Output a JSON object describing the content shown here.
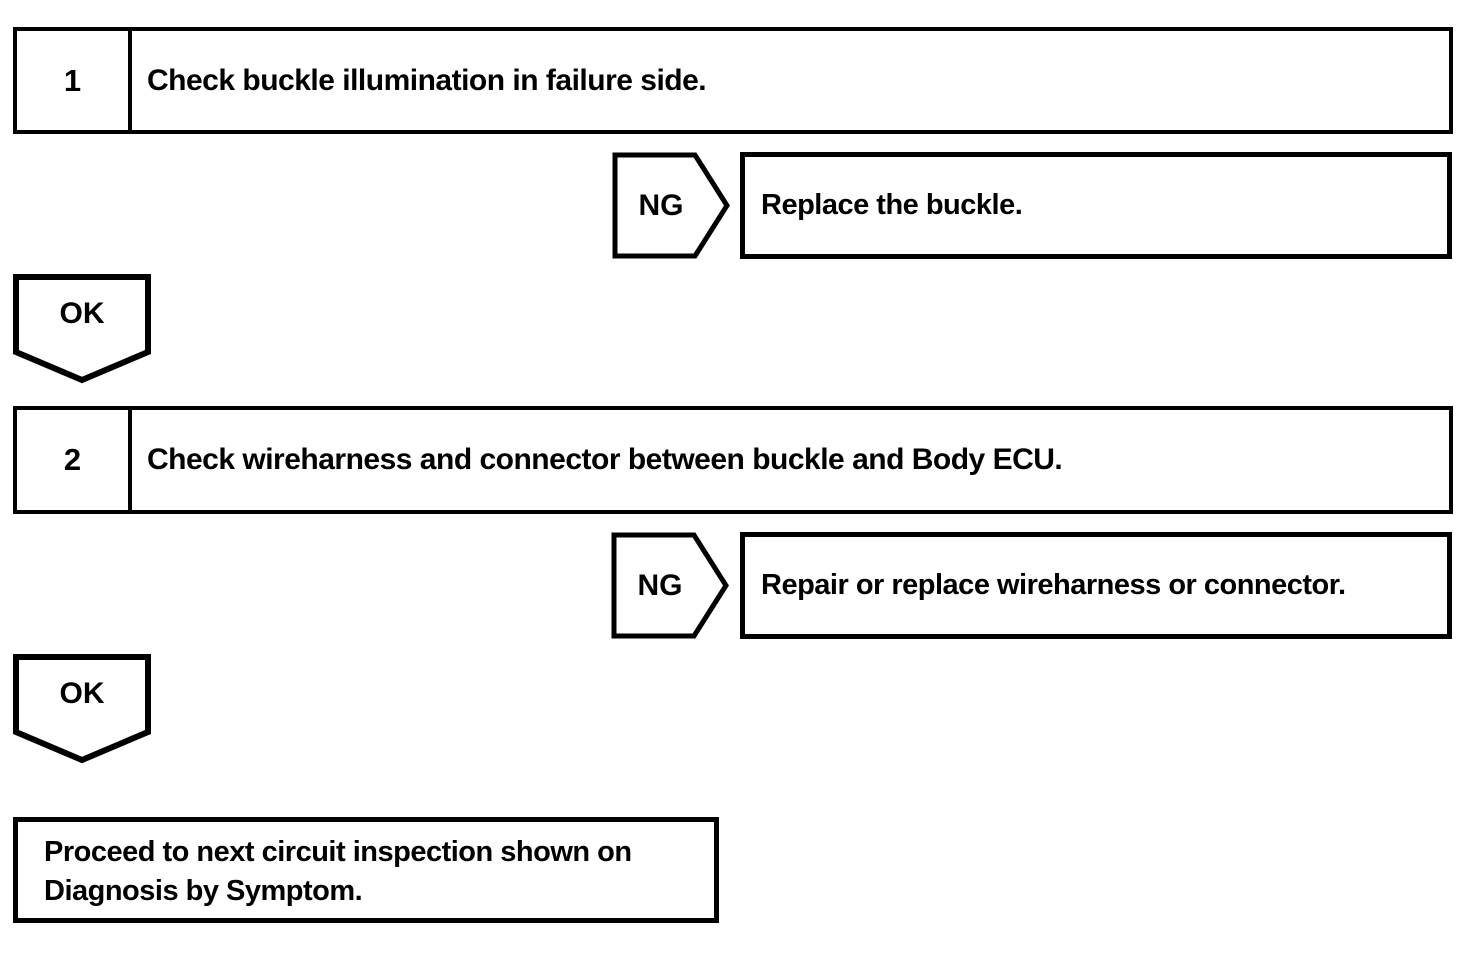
{
  "page": {
    "background_color": "#ffffff",
    "line_color": "#000000"
  },
  "flowchart": {
    "steps": [
      {
        "number": "1",
        "instruction": "Check buckle illumination in failure side.",
        "ng_label": "NG",
        "ng_result": "Replace the buckle.",
        "ok_label": "OK"
      },
      {
        "number": "2",
        "instruction": "Check wireharness and connector between buckle and Body ECU.",
        "ng_label": "NG",
        "ng_result": "Repair or replace wireharness or connector.",
        "ok_label": "OK"
      }
    ],
    "final_box": {
      "lines": [
        "Proceed to next circuit inspection shown on",
        "Diagnosis by Symptom."
      ]
    }
  }
}
